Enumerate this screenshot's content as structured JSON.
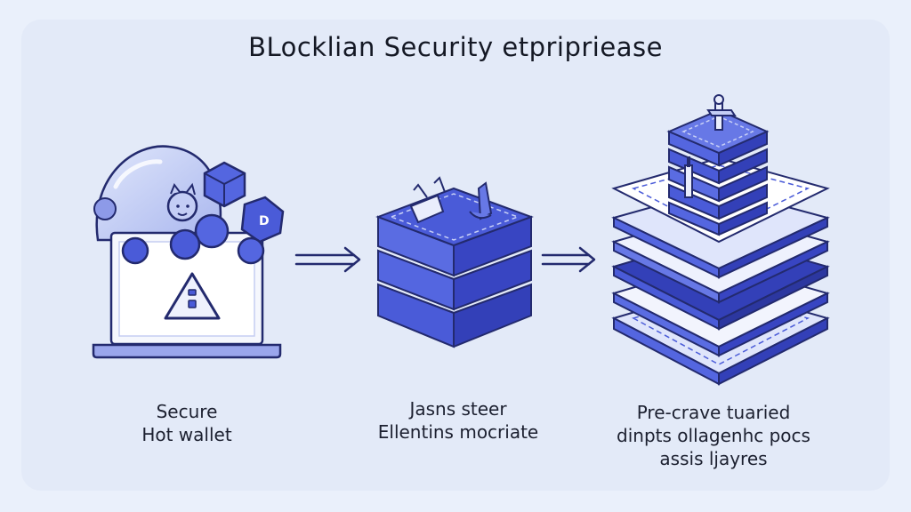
{
  "title": "BLocklian Security etpripriease",
  "stages": [
    {
      "id": "hot-wallet",
      "caption_lines": [
        "Secure",
        "Hot wallet"
      ]
    },
    {
      "id": "middle",
      "caption_lines": [
        "Jasns steer",
        "Ellentins mocriate"
      ]
    },
    {
      "id": "layers",
      "caption_lines": [
        "Pre-crave tuaried",
        "dinpts ollagenhc pocs",
        "assis ljayres"
      ]
    }
  ],
  "colors": {
    "accent": "#4a5bd8",
    "accent_dark": "#3340b8",
    "accent_light": "#7f8cee",
    "outline": "#232a6e",
    "background": "#e3eaf8",
    "paper": "#f5f7fd"
  },
  "icons": [
    "warning-icon",
    "arrow-right-icon",
    "shield-dome-icon",
    "network-node-icon"
  ]
}
